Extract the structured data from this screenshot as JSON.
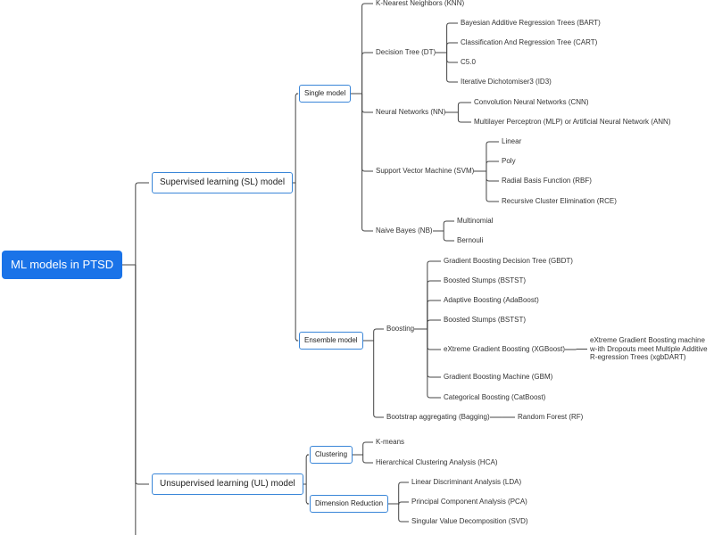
{
  "accent_color": "#1a73e8",
  "border_color": "#3a86d8",
  "line_color": "#444444",
  "tree": {
    "id": "root",
    "label": "ML models in PTSD",
    "children": [
      {
        "id": "sl",
        "label": "Supervised learning (SL) model",
        "children": [
          {
            "id": "single",
            "label": "Single model",
            "children": [
              {
                "id": "knn",
                "label": "K-Nearest Neighbors (KNN)"
              },
              {
                "id": "dt",
                "label": "Decision Tree (DT)",
                "children": [
                  {
                    "id": "bart",
                    "label": "Bayesian Additive Regression Trees (BART)"
                  },
                  {
                    "id": "cart",
                    "label": "Classification And Regression Tree (CART)"
                  },
                  {
                    "id": "c50",
                    "label": "C5.0"
                  },
                  {
                    "id": "id3",
                    "label": "Iterative Dichotomiser3 (ID3)"
                  }
                ]
              },
              {
                "id": "nn",
                "label": "Neural Networks (NN)",
                "children": [
                  {
                    "id": "cnn",
                    "label": "Convolution Neural Networks (CNN)"
                  },
                  {
                    "id": "mlp",
                    "label": "Multilayer Perceptron (MLP) or Artificial Neural Network (ANN)"
                  }
                ]
              },
              {
                "id": "svm",
                "label": "Support Vector Machine (SVM)",
                "children": [
                  {
                    "id": "linear",
                    "label": "Linear"
                  },
                  {
                    "id": "poly",
                    "label": "Poly"
                  },
                  {
                    "id": "rbf",
                    "label": "Radial Basis Function (RBF)"
                  },
                  {
                    "id": "rce",
                    "label": "Recursive Cluster Elimination (RCE)"
                  }
                ]
              },
              {
                "id": "nb",
                "label": "Naive Bayes (NB)",
                "children": [
                  {
                    "id": "multinomial",
                    "label": "Multinomial"
                  },
                  {
                    "id": "bernouli",
                    "label": "Bernouli"
                  }
                ]
              }
            ]
          },
          {
            "id": "ensemble",
            "label": "Ensemble model",
            "children": [
              {
                "id": "boosting",
                "label": "Boosting",
                "children": [
                  {
                    "id": "gbdt",
                    "label": "Gradient Boosting Decision Tree (GBDT)"
                  },
                  {
                    "id": "bstst1",
                    "label": "Boosted Stumps (BSTST)"
                  },
                  {
                    "id": "adaboost",
                    "label": "Adaptive Boosting (AdaBoost)"
                  },
                  {
                    "id": "bstst2",
                    "label": "Boosted Stumps (BSTST)"
                  },
                  {
                    "id": "xgboost",
                    "label": "eXtreme Gradient Boosting (XGBoost)",
                    "children": [
                      {
                        "id": "xgbdart",
                        "label": "eXtreme Gradient Boosting machine w-ith Dropouts meet Multiple Additive R-egression Trees (xgbDART)"
                      }
                    ]
                  },
                  {
                    "id": "gbm",
                    "label": "Gradient Boosting Machine (GBM)"
                  },
                  {
                    "id": "catboost",
                    "label": "Categorical Boosting (CatBoost)"
                  }
                ]
              },
              {
                "id": "bagging",
                "label": "Bootstrap aggregating (Bagging)",
                "children": [
                  {
                    "id": "rf",
                    "label": "Random Forest (RF)"
                  }
                ]
              }
            ]
          }
        ]
      },
      {
        "id": "ul",
        "label": "Unsupervised learning (UL) model",
        "children": [
          {
            "id": "clustering",
            "label": "Clustering",
            "children": [
              {
                "id": "kmeans",
                "label": "K-means"
              },
              {
                "id": "hca",
                "label": "Hierarchical Clustering Analysis (HCA)"
              }
            ]
          },
          {
            "id": "dimred",
            "label": "Dimension Reduction",
            "children": [
              {
                "id": "lda",
                "label": "Linear Discriminant Analysis (LDA)"
              },
              {
                "id": "pca",
                "label": "Principal Component Analysis (PCA)"
              },
              {
                "id": "svd",
                "label": "Singular Value Decomposition (SVD)"
              }
            ]
          }
        ]
      }
    ]
  }
}
